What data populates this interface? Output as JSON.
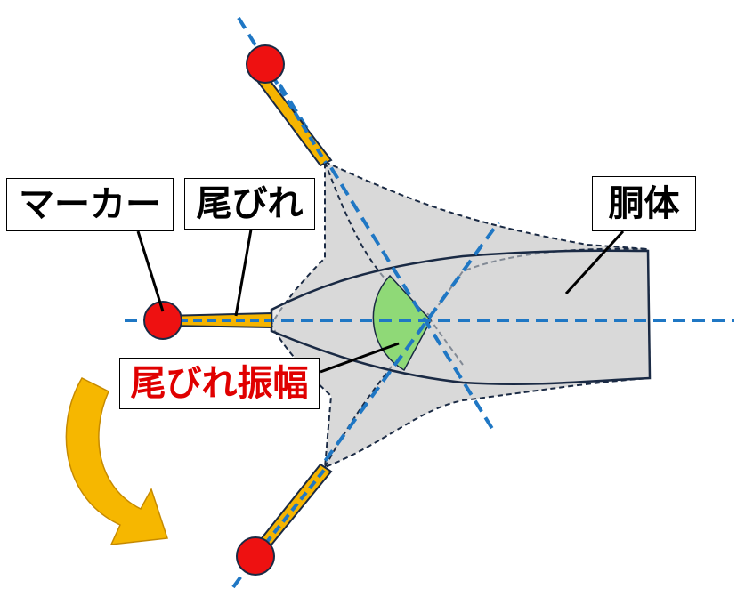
{
  "labels": {
    "marker": "マーカー",
    "tail_fin": "尾びれ",
    "body": "胴体",
    "tail_fin_amplitude": "尾びれ振幅"
  },
  "colors": {
    "body_fill": "#d9d9d9",
    "axis_line": "#1f77c4",
    "fin_fill": "#f5b400",
    "marker_fill": "#ee1111",
    "angle_fill": "#8fd977",
    "arrow_fill": "#f6b700",
    "amplitude_text": "#e00000"
  }
}
